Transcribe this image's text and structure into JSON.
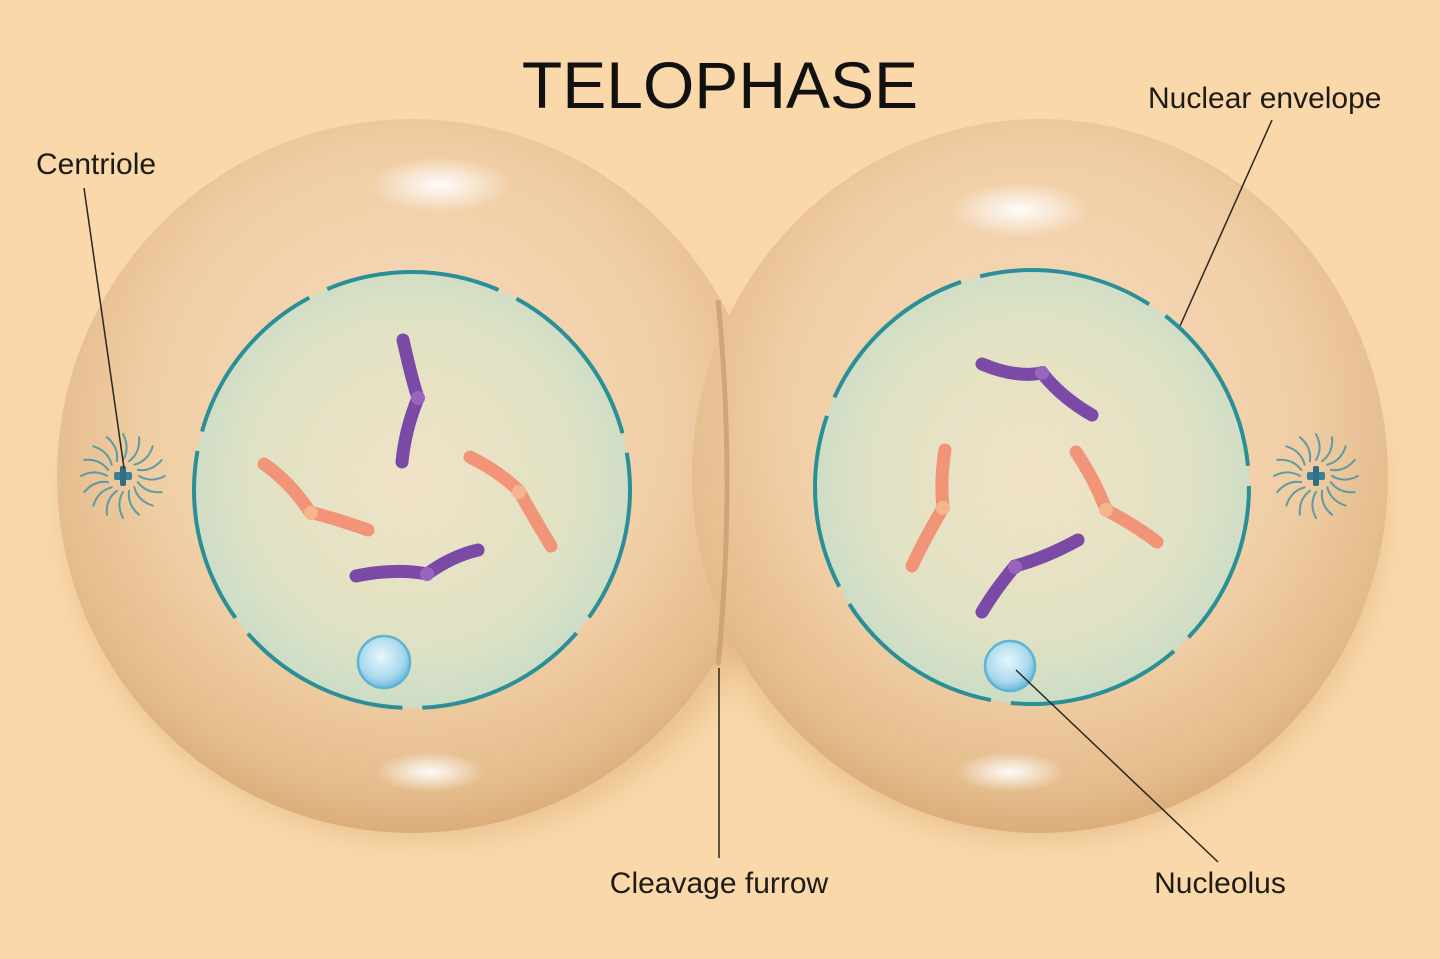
{
  "diagram": {
    "title": "TELOPHASE",
    "labels": {
      "centriole": "Centriole",
      "nuclear_envelope": "Nuclear envelope",
      "cleavage_furrow": "Cleavage furrow",
      "nucleolus": "Nucleolus"
    }
  },
  "colors": {
    "background": "#fad8aa",
    "cell": "#efcfa5",
    "nucleus": "#d9e2c6",
    "nuclear_envelope": "#2a8f96",
    "chromosome_purple": "#7a4aa6",
    "chromosome_orange": "#f29478",
    "nucleolus": "#a9d9ee",
    "centriole": "#3a90a8"
  },
  "icons": {
    "centriole": "centriole-aster-icon",
    "nucleolus": "nucleolus-sphere-icon"
  }
}
